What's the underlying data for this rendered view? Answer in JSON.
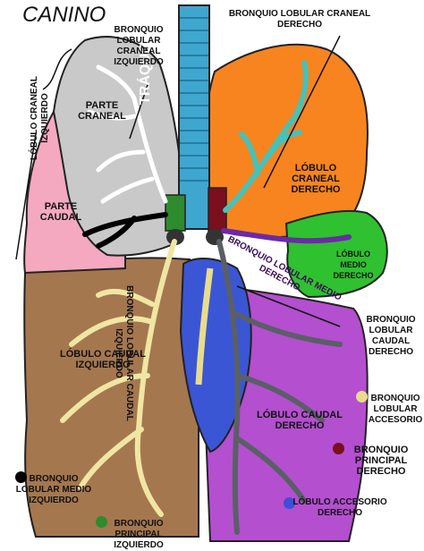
{
  "title": "CANINO",
  "labels": {
    "traquea": "TRÁQUEA",
    "lobulo_craneal_izq": "LÓBULO CRANEAL\nIZQUIERDO",
    "bronquio_lobular_craneal_izq": "BRONQUIO\nLOBULAR\nCRANEAL\nIZQUIERDO",
    "parte_craneal": "PARTE\nCRANEAL",
    "parte_caudal": "PARTE\nCAUDAL",
    "bronquio_lobular_craneal_der": "BRONQUIO LOBULAR CRANEAL\nDERECHO",
    "lobulo_craneal_der": "LÓBULO\nCRANEAL\nDERECHO",
    "bronquio_lobular_medio_der": "BRONQUIO LOBULAR MEDIO\nDERECHO",
    "lobulo_medio_der": "LÓBULO\nMEDIO\nDERECHO",
    "bronquio_lobular_caudal_izq": "BRONQUIO LOBULAR CAUDAL\nIZQUIERDO",
    "lobulo_caudal_izq": "LÓBULO CAUDAL\nIZQUIERDO",
    "bronquio_lobular_caudal_der": "BRONQUIO\nLOBULAR\nCAUDAL\nDERECHO",
    "lobulo_caudal_der": "LÓBULO CAUDAL\nDERECHO"
  },
  "legend": [
    {
      "color": "#000000",
      "text": "BRONQUIO\nLOBULAR MEDIO\nIZQUIERDO"
    },
    {
      "color": "#2e8b2e",
      "text": "BRONQUIO\nPRINCIPAL\nIZQUIERDO"
    },
    {
      "color": "#e8dc8c",
      "text": "BRONQUIO\nLOBULAR\nACCESORIO"
    },
    {
      "color": "#7a0f1e",
      "text": "BRONQUIO\nPRINCIPAL\nDERECHO"
    },
    {
      "color": "#3d4fd6",
      "text": "LÓBULO ACCESORIO\nDERECHO"
    }
  ],
  "colors": {
    "lobulo_craneal_parte_craneal": "#c9c9c9",
    "lobulo_craneal_parte_caudal": "#f4a9c0",
    "lobulo_caudal_izq": "#a5774f",
    "lobulo_craneal_der": "#f7841f",
    "lobulo_medio_der": "#2fc12f",
    "lobulo_caudal_der": "#b44fd0",
    "lobulo_accesorio": "#3a56d4",
    "traquea": "#3fa7cf",
    "bronquio_craneal_der": "#47c2b8"
  }
}
